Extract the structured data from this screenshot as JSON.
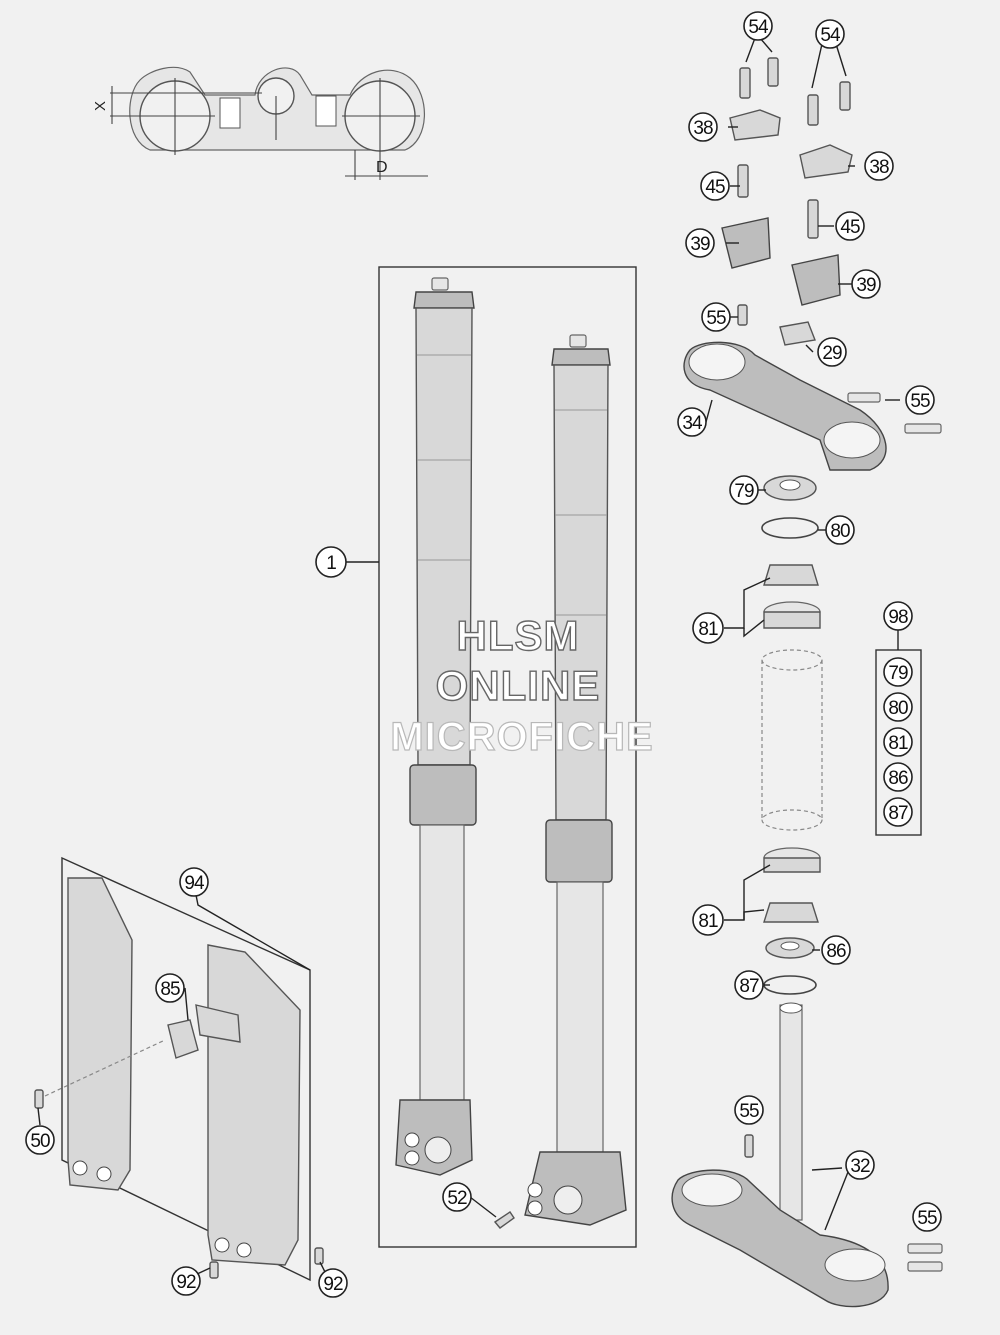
{
  "dimension_labels": {
    "x": "X",
    "d": "D"
  },
  "watermark": {
    "line1": "HLSM",
    "line2": "ONLINE",
    "line3": "MICROFICHE"
  },
  "callouts": {
    "p1": "1",
    "p29": "29",
    "p32": "32",
    "p34": "34",
    "p38a": "38",
    "p38b": "38",
    "p39a": "39",
    "p39b": "39",
    "p45a": "45",
    "p45b": "45",
    "p50": "50",
    "p52": "52",
    "p54a": "54",
    "p54b": "54",
    "p55a": "55",
    "p55b": "55",
    "p55c": "55",
    "p55d": "55",
    "p79": "79",
    "p80": "80",
    "p81a": "81",
    "p81b": "81",
    "p85": "85",
    "p86": "86",
    "p87": "87",
    "p92a": "92",
    "p92b": "92",
    "p94": "94",
    "p98": "98"
  },
  "kit_items": [
    "79",
    "80",
    "81",
    "86",
    "87"
  ]
}
